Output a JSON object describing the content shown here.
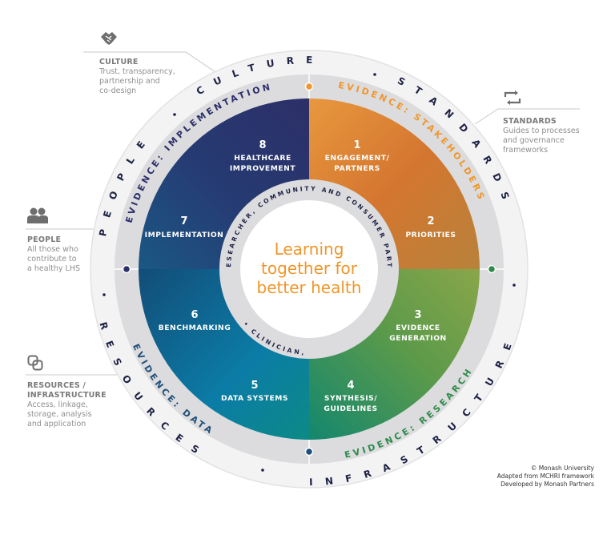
{
  "center": {
    "lines": [
      "Learning",
      "together for",
      "better health"
    ],
    "color": "#f0962a"
  },
  "inner_ring": {
    "text": "RESEARCHER, COMMUNITY AND CONSUMER PARTNERSHIP • CLINICIAN,",
    "text_top": "RESEARCHER, COMMUNITY AND CONSUMER PARTNERSHIP",
    "text_bottom": "• CLINICIAN,"
  },
  "segments": [
    {
      "number": "1",
      "label_lines": [
        "ENGAGEMENT/",
        "PARTNERS"
      ]
    },
    {
      "number": "2",
      "label_lines": [
        "PRIORITIES"
      ]
    },
    {
      "number": "3",
      "label_lines": [
        "EVIDENCE",
        "GENERATION"
      ]
    },
    {
      "number": "4",
      "label_lines": [
        "SYNTHESIS/",
        "GUIDELINES"
      ]
    },
    {
      "number": "5",
      "label_lines": [
        "DATA SYSTEMS"
      ]
    },
    {
      "number": "6",
      "label_lines": [
        "BENCHMARKING"
      ]
    },
    {
      "number": "7",
      "label_lines": [
        "IMPLEMENTATION"
      ]
    },
    {
      "number": "8",
      "label_lines": [
        "HEALTHCARE",
        "IMPROVEMENT"
      ]
    }
  ],
  "evidence_ring": {
    "stakeholders": {
      "label": "EVIDENCE: STAKEHOLDERS",
      "color": "#f0962a"
    },
    "research": {
      "label": "EVIDENCE: RESEARCH",
      "color": "#2e8b4a"
    },
    "data": {
      "label": "EVIDENCE: DATA",
      "color": "#1f4f7a"
    },
    "implementation": {
      "label": "EVIDENCE: IMPLEMENTATION",
      "color": "#2b2f6b"
    }
  },
  "outer_ring": {
    "culture": "CULTURE",
    "standards": "STANDARDS",
    "infrastructure": "INFRASTRUCTURE",
    "resources": "RESOURCES",
    "people": "PEOPLE"
  },
  "side_notes": {
    "culture": {
      "icon": "handshake-icon",
      "title": "CULTURE",
      "desc_lines": [
        "Trust, transparency,",
        "partnership and",
        "co-design"
      ]
    },
    "standards": {
      "icon": "repeat-arrows-icon",
      "title": "STANDARDS",
      "desc_lines": [
        "Guides to processes",
        "and governance",
        "frameworks"
      ]
    },
    "people": {
      "icon": "people-icon",
      "title": "PEOPLE",
      "desc_lines": [
        "All those who",
        "contribute to",
        "a healthy LHS"
      ]
    },
    "resources": {
      "icon": "linked-squares-icon",
      "title_lines": [
        "RESOURCES /",
        "INFRASTRUCTURE"
      ],
      "desc_lines": [
        "Access, linkage,",
        "storage, analysis",
        "and application"
      ]
    }
  },
  "credits": {
    "lines": [
      "© Monash University",
      "Adapted from MCHRI framework",
      "Developed by Monash Partners"
    ]
  },
  "colors": {
    "navy": "#2b2f6b",
    "orange": "#f0962a",
    "green": "#2e8b4a",
    "teal_blue": "#0a7aa0",
    "ring_gray": "#dcdcde",
    "outer_ring": "#f2f2f3",
    "text_dark": "#1d2244"
  }
}
